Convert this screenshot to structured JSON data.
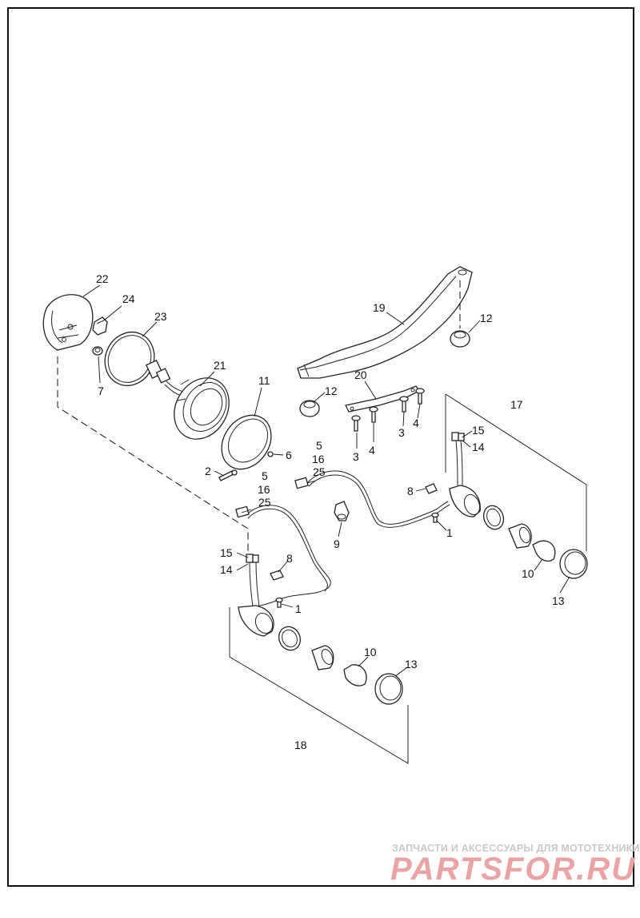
{
  "labels": {
    "l22": "22",
    "l24": "24",
    "l23": "23",
    "l7": "7",
    "l21": "21",
    "l11": "11",
    "l2": "2",
    "l6": "6",
    "l19": "19",
    "l12a": "12",
    "l12b": "12",
    "l20": "20",
    "l3a": "3",
    "l4a": "4",
    "l3b": "3",
    "l4b": "4",
    "l17": "17",
    "l15a": "15",
    "l14a": "14",
    "l5a": "5",
    "l16a": "16",
    "l25a": "25",
    "l8a": "8",
    "l1a": "1",
    "l9": "9",
    "l10a": "10",
    "l13a": "13",
    "l5b": "5",
    "l16b": "16",
    "l25b": "25",
    "l15b": "15",
    "l14b": "14",
    "l8b": "8",
    "l1b": "1",
    "l10b": "10",
    "l13b": "13",
    "l18": "18"
  },
  "watermark": {
    "caption": "ЗАПЧАСТИ И АКСЕССУАРЫ ДЛЯ МОТОТЕХНИКИ",
    "logo": "PARTSFOR.RU"
  }
}
